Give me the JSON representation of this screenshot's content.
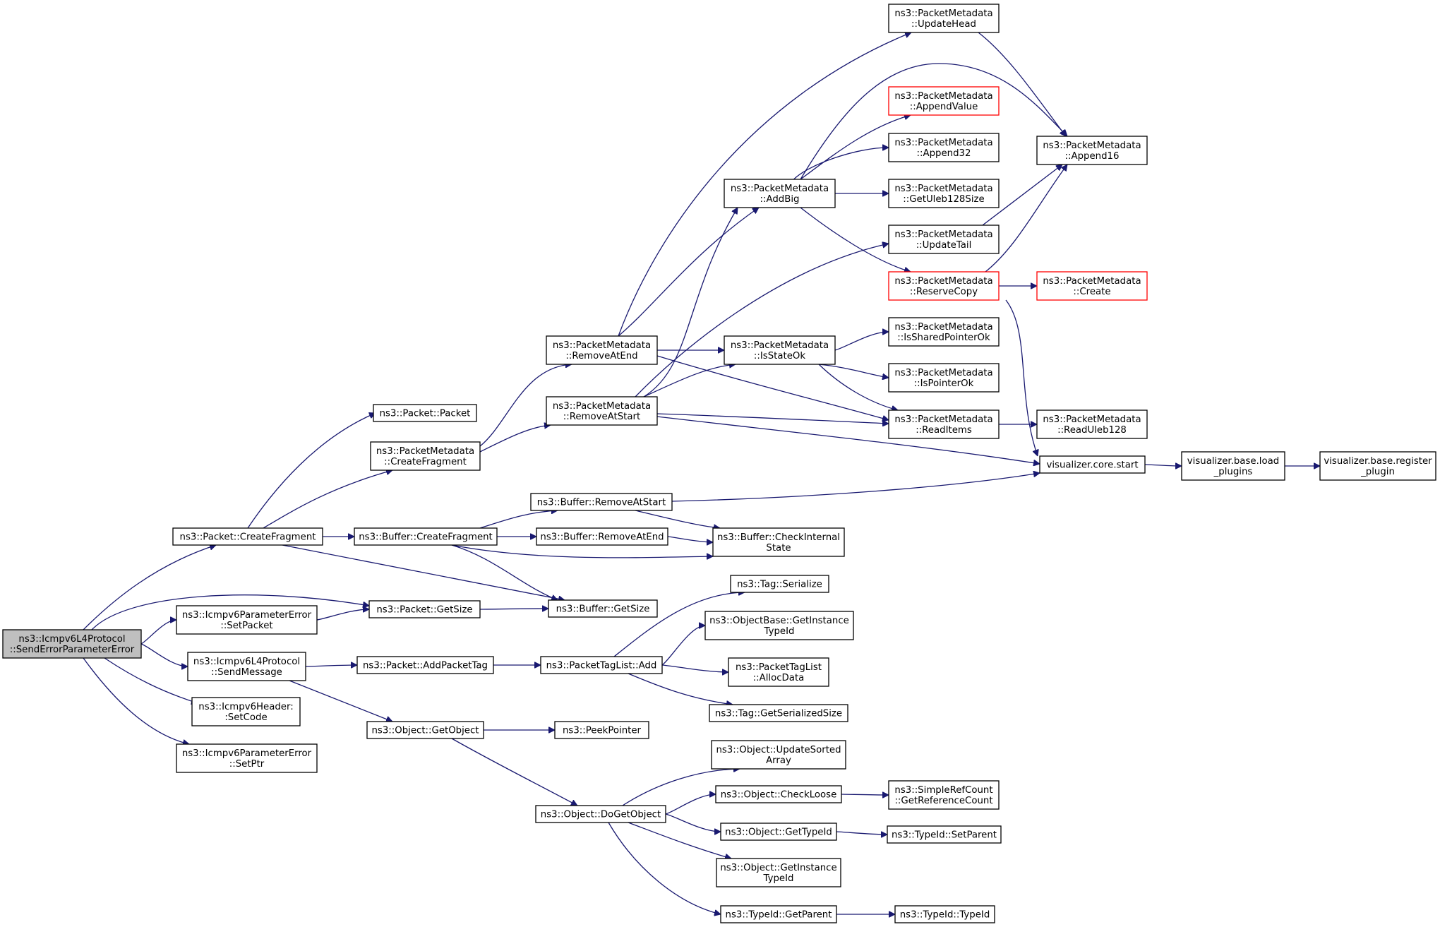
{
  "nodes": [
    {
      "id": "root",
      "lines": [
        "ns3::Icmpv6L4Protocol",
        "::SendErrorParameterError"
      ],
      "style": "root"
    },
    {
      "id": "packet_createfragment",
      "lines": [
        "ns3::Packet::CreateFragment"
      ]
    },
    {
      "id": "packet_getsize",
      "lines": [
        "ns3::Packet::GetSize"
      ]
    },
    {
      "id": "pe_setpacket",
      "lines": [
        "ns3::Icmpv6ParameterError",
        "::SetPacket"
      ]
    },
    {
      "id": "sendmessage",
      "lines": [
        "ns3::Icmpv6L4Protocol",
        "::SendMessage"
      ]
    },
    {
      "id": "setcode",
      "lines": [
        "ns3::Icmpv6Header:",
        ":SetCode"
      ]
    },
    {
      "id": "setptr",
      "lines": [
        "ns3::Icmpv6ParameterError",
        "::SetPtr"
      ]
    },
    {
      "id": "packet_packet",
      "lines": [
        "ns3::Packet::Packet"
      ]
    },
    {
      "id": "pm_createfragment",
      "lines": [
        "ns3::PacketMetadata",
        "::CreateFragment"
      ]
    },
    {
      "id": "buf_createfragment",
      "lines": [
        "ns3::Buffer::CreateFragment"
      ]
    },
    {
      "id": "buf_getsize",
      "lines": [
        "ns3::Buffer::GetSize"
      ]
    },
    {
      "id": "addpackettag",
      "lines": [
        "ns3::Packet::AddPacketTag"
      ]
    },
    {
      "id": "getobject",
      "lines": [
        "ns3::Object::GetObject"
      ]
    },
    {
      "id": "pm_removeatend",
      "lines": [
        "ns3::PacketMetadata",
        "::RemoveAtEnd"
      ]
    },
    {
      "id": "pm_removeatstart",
      "lines": [
        "ns3::PacketMetadata",
        "::RemoveAtStart"
      ]
    },
    {
      "id": "buf_removeatstart",
      "lines": [
        "ns3::Buffer::RemoveAtStart"
      ]
    },
    {
      "id": "buf_removeatend",
      "lines": [
        "ns3::Buffer::RemoveAtEnd"
      ]
    },
    {
      "id": "buf_checkinternal",
      "lines": [
        "ns3::Buffer::CheckInternal",
        "State"
      ]
    },
    {
      "id": "tag_add",
      "lines": [
        "ns3::PacketTagList::Add"
      ]
    },
    {
      "id": "peekpointer",
      "lines": [
        "ns3::PeekPointer"
      ]
    },
    {
      "id": "dogetobject",
      "lines": [
        "ns3::Object::DoGetObject"
      ]
    },
    {
      "id": "pm_addbig",
      "lines": [
        "ns3::PacketMetadata",
        "::AddBig"
      ]
    },
    {
      "id": "pm_isstateok",
      "lines": [
        "ns3::PacketMetadata",
        "::IsStateOk"
      ]
    },
    {
      "id": "tag_serialize",
      "lines": [
        "ns3::Tag::Serialize"
      ]
    },
    {
      "id": "ob_getinstancetypeid",
      "lines": [
        "ns3::ObjectBase::GetInstance",
        "TypeId"
      ]
    },
    {
      "id": "ptl_allocdata",
      "lines": [
        "ns3::PacketTagList",
        "::AllocData"
      ]
    },
    {
      "id": "tag_getserializedsize",
      "lines": [
        "ns3::Tag::GetSerializedSize"
      ]
    },
    {
      "id": "obj_updatesorted",
      "lines": [
        "ns3::Object::UpdateSorted",
        "Array"
      ]
    },
    {
      "id": "obj_checkloose",
      "lines": [
        "ns3::Object::CheckLoose"
      ]
    },
    {
      "id": "obj_gettypeid",
      "lines": [
        "ns3::Object::GetTypeId"
      ]
    },
    {
      "id": "obj_getinstancetypeid",
      "lines": [
        "ns3::Object::GetInstance",
        "TypeId"
      ]
    },
    {
      "id": "typeid_getparent",
      "lines": [
        "ns3::TypeId::GetParent"
      ]
    },
    {
      "id": "pm_updatehead",
      "lines": [
        "ns3::PacketMetadata",
        "::UpdateHead"
      ]
    },
    {
      "id": "pm_appendvalue",
      "lines": [
        "ns3::PacketMetadata",
        "::AppendValue"
      ],
      "style": "red"
    },
    {
      "id": "pm_append32",
      "lines": [
        "ns3::PacketMetadata",
        "::Append32"
      ]
    },
    {
      "id": "pm_getuleb128size",
      "lines": [
        "ns3::PacketMetadata",
        "::GetUleb128Size"
      ]
    },
    {
      "id": "pm_updatetail",
      "lines": [
        "ns3::PacketMetadata",
        "::UpdateTail"
      ]
    },
    {
      "id": "pm_reservecopy",
      "lines": [
        "ns3::PacketMetadata",
        "::ReserveCopy"
      ],
      "style": "red"
    },
    {
      "id": "pm_issharedpointerok",
      "lines": [
        "ns3::PacketMetadata",
        "::IsSharedPointerOk"
      ]
    },
    {
      "id": "pm_ispointerok",
      "lines": [
        "ns3::PacketMetadata",
        "::IsPointerOk"
      ]
    },
    {
      "id": "pm_readitems",
      "lines": [
        "ns3::PacketMetadata",
        "::ReadItems"
      ]
    },
    {
      "id": "src_getreferencecount",
      "lines": [
        "ns3::SimpleRefCount",
        "::GetReferenceCount"
      ]
    },
    {
      "id": "typeid_setparent",
      "lines": [
        "ns3::TypeId::SetParent"
      ]
    },
    {
      "id": "typeid_typeid",
      "lines": [
        "ns3::TypeId::TypeId"
      ]
    },
    {
      "id": "pm_append16",
      "lines": [
        "ns3::PacketMetadata",
        "::Append16"
      ]
    },
    {
      "id": "pm_create",
      "lines": [
        "ns3::PacketMetadata",
        "::Create"
      ],
      "style": "red"
    },
    {
      "id": "pm_readuleb128",
      "lines": [
        "ns3::PacketMetadata",
        "::ReadUleb128"
      ]
    },
    {
      "id": "vis_core_start",
      "lines": [
        "visualizer.core.start"
      ]
    },
    {
      "id": "vis_load_plugins",
      "lines": [
        "visualizer.base.load",
        "_plugins"
      ]
    },
    {
      "id": "vis_register_plugin",
      "lines": [
        "visualizer.base.register",
        "_plugin"
      ]
    }
  ],
  "edges": [
    [
      "root",
      "packet_createfragment"
    ],
    [
      "root",
      "packet_getsize"
    ],
    [
      "root",
      "pe_setpacket"
    ],
    [
      "root",
      "sendmessage"
    ],
    [
      "root",
      "setcode"
    ],
    [
      "root",
      "setptr"
    ],
    [
      "packet_createfragment",
      "packet_packet"
    ],
    [
      "packet_createfragment",
      "pm_createfragment"
    ],
    [
      "packet_createfragment",
      "buf_createfragment"
    ],
    [
      "packet_createfragment",
      "buf_getsize"
    ],
    [
      "packet_getsize",
      "buf_getsize"
    ],
    [
      "pe_setpacket",
      "packet_getsize"
    ],
    [
      "sendmessage",
      "addpackettag"
    ],
    [
      "sendmessage",
      "getobject"
    ],
    [
      "pm_createfragment",
      "pm_removeatend"
    ],
    [
      "pm_createfragment",
      "pm_removeatstart"
    ],
    [
      "buf_createfragment",
      "buf_removeatstart"
    ],
    [
      "buf_createfragment",
      "buf_removeatend"
    ],
    [
      "buf_createfragment",
      "buf_checkinternal"
    ],
    [
      "buf_createfragment",
      "buf_getsize"
    ],
    [
      "addpackettag",
      "tag_add"
    ],
    [
      "getobject",
      "peekpointer"
    ],
    [
      "getobject",
      "dogetobject"
    ],
    [
      "pm_removeatend",
      "pm_updatehead"
    ],
    [
      "pm_removeatend",
      "pm_addbig"
    ],
    [
      "pm_removeatend",
      "pm_isstateok"
    ],
    [
      "pm_removeatend",
      "pm_readitems"
    ],
    [
      "pm_removeatstart",
      "pm_addbig"
    ],
    [
      "pm_removeatstart",
      "pm_updatetail"
    ],
    [
      "pm_removeatstart",
      "pm_isstateok"
    ],
    [
      "pm_removeatstart",
      "pm_readitems"
    ],
    [
      "pm_removeatstart",
      "vis_core_start"
    ],
    [
      "buf_removeatstart",
      "buf_checkinternal"
    ],
    [
      "buf_removeatstart",
      "vis_core_start"
    ],
    [
      "buf_removeatend",
      "buf_checkinternal"
    ],
    [
      "tag_add",
      "tag_serialize"
    ],
    [
      "tag_add",
      "ob_getinstancetypeid"
    ],
    [
      "tag_add",
      "ptl_allocdata"
    ],
    [
      "tag_add",
      "tag_getserializedsize"
    ],
    [
      "dogetobject",
      "obj_updatesorted"
    ],
    [
      "dogetobject",
      "obj_checkloose"
    ],
    [
      "dogetobject",
      "obj_gettypeid"
    ],
    [
      "dogetobject",
      "obj_getinstancetypeid"
    ],
    [
      "dogetobject",
      "typeid_getparent"
    ],
    [
      "pm_addbig",
      "pm_append16"
    ],
    [
      "pm_addbig",
      "pm_appendvalue"
    ],
    [
      "pm_addbig",
      "pm_append32"
    ],
    [
      "pm_addbig",
      "pm_getuleb128size"
    ],
    [
      "pm_addbig",
      "pm_reservecopy"
    ],
    [
      "pm_isstateok",
      "pm_issharedpointerok"
    ],
    [
      "pm_isstateok",
      "pm_ispointerok"
    ],
    [
      "pm_isstateok",
      "pm_readitems"
    ],
    [
      "obj_checkloose",
      "src_getreferencecount"
    ],
    [
      "obj_gettypeid",
      "typeid_setparent"
    ],
    [
      "typeid_getparent",
      "typeid_typeid"
    ],
    [
      "pm_updatehead",
      "pm_append16"
    ],
    [
      "pm_updatetail",
      "pm_append16"
    ],
    [
      "pm_reservecopy",
      "pm_append16"
    ],
    [
      "pm_reservecopy",
      "pm_create"
    ],
    [
      "pm_reservecopy",
      "vis_core_start"
    ],
    [
      "pm_readitems",
      "pm_readuleb128"
    ],
    [
      "vis_core_start",
      "vis_load_plugins"
    ],
    [
      "vis_load_plugins",
      "vis_register_plugin"
    ]
  ]
}
